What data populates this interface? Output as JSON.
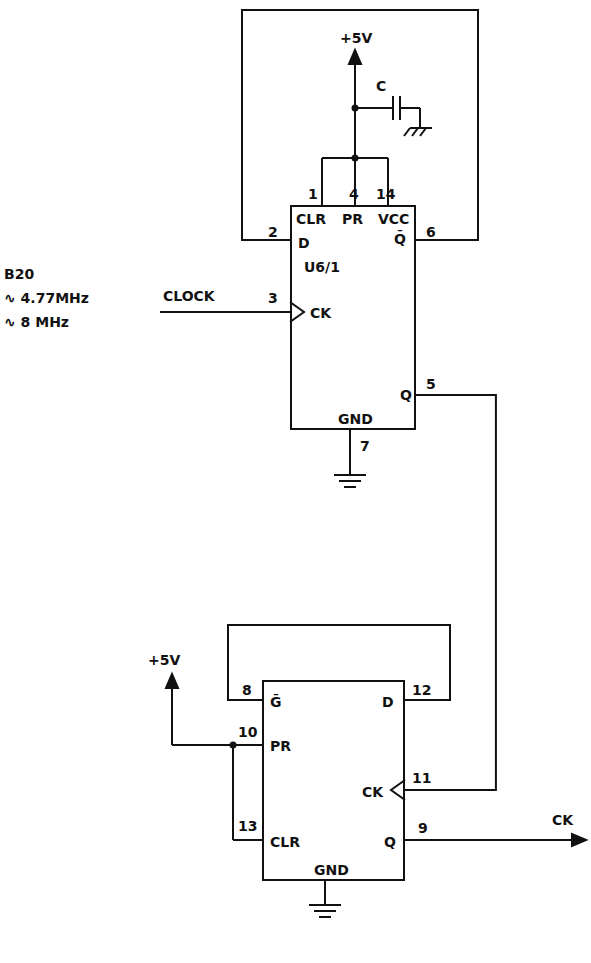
{
  "diagram": {
    "nodes": [
      {
        "text": [
          "CLR",
          "PR",
          "VCC",
          "Q̄",
          "D",
          "U6/1",
          "CK",
          "Q",
          "GND"
        ]
      },
      {
        "text": [
          "Ḡ",
          "D",
          "PR",
          "CK",
          "CLR",
          "Q",
          "GND"
        ]
      }
    ],
    "edges": [
      {
        "from": 0,
        "to": 1,
        "arrow": "none"
      }
    ],
    "labels": [
      "+5V",
      "C",
      "1",
      "4",
      "14",
      "2",
      "6",
      "CLOCK",
      "3",
      "B20",
      "∿ 4.77MHz",
      "∿ 8   MHz",
      "5",
      "7",
      "8",
      "12",
      "+5V",
      "10",
      "11",
      "13",
      "9",
      "CK"
    ]
  }
}
